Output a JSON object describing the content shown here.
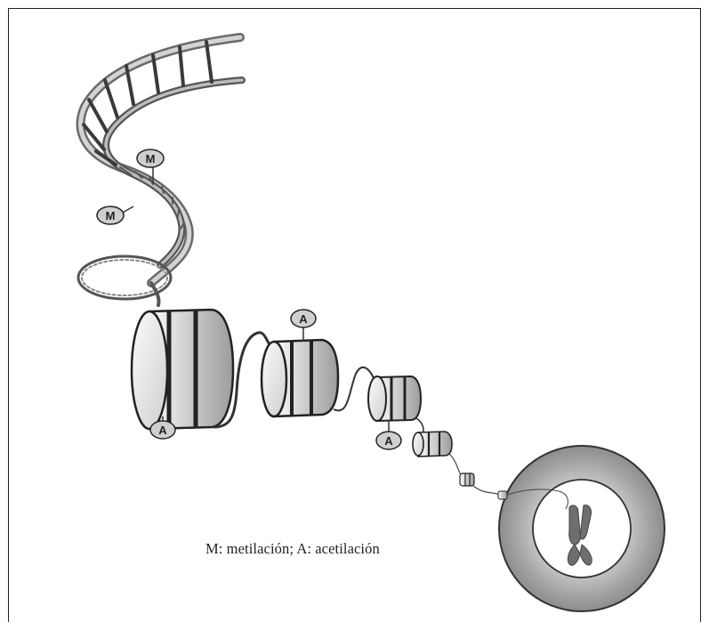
{
  "markers": {
    "methylation": "M",
    "acetylation": "A"
  },
  "caption": "M: metilación; A: acetilación",
  "colors": {
    "stroke": "#2a2a2a",
    "drum_light": "#e6e6e6",
    "drum_mid": "#b9b9b9",
    "drum_dark": "#8f8f8f",
    "nucleus_ring": "#9a9a9a",
    "chromosome": "#666666"
  }
}
